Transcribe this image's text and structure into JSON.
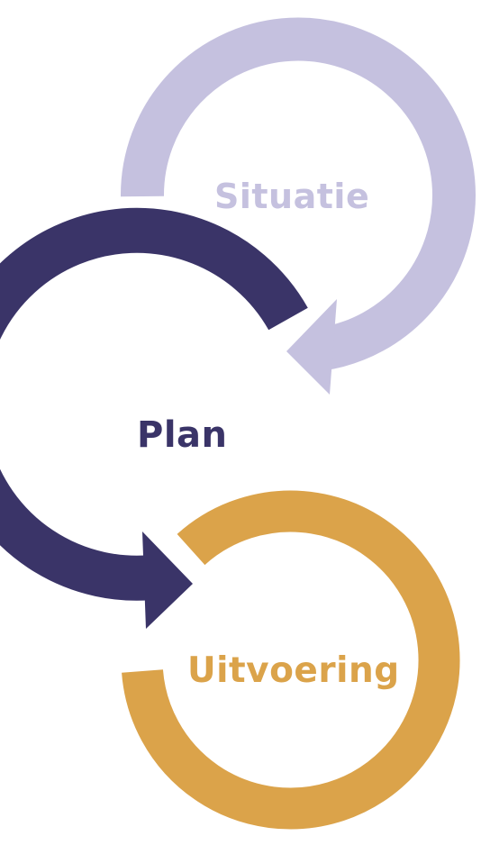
{
  "stages": [
    {
      "label": "Situatie",
      "color": "#c5c1df"
    },
    {
      "label": "Plan",
      "color": "#3a3468"
    },
    {
      "label": "Uitvoering",
      "color": "#dba34a"
    }
  ]
}
